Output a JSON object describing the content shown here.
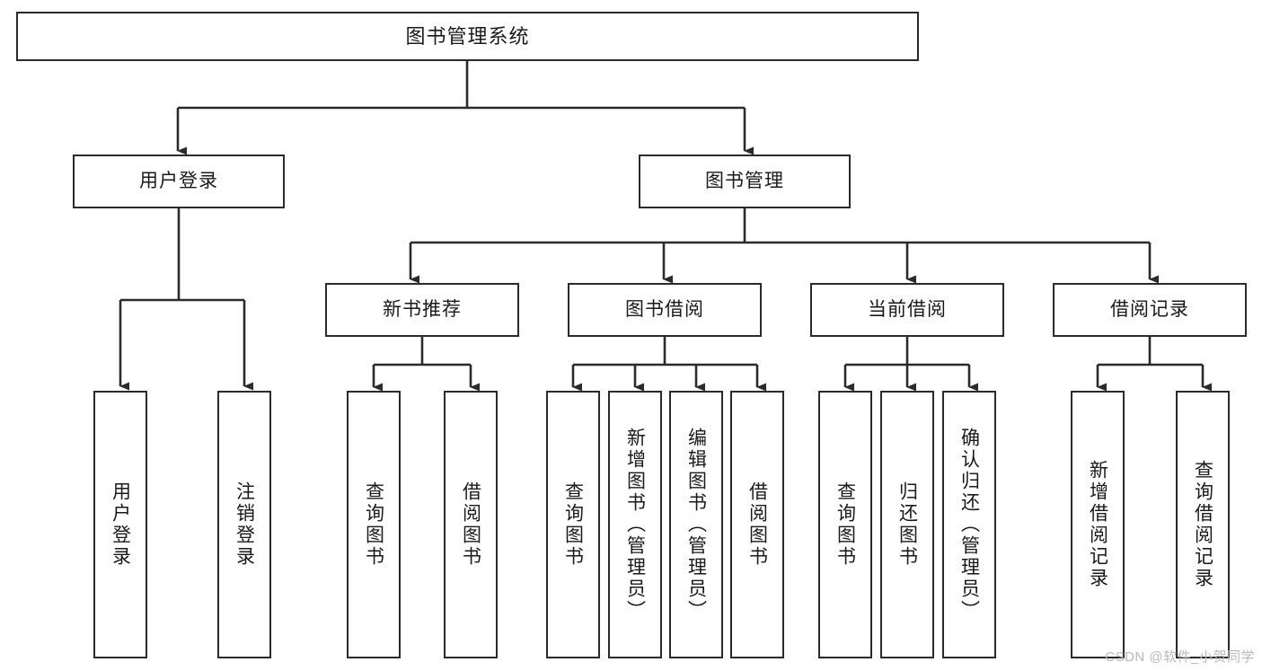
{
  "diagram": {
    "title": "图书管理系统",
    "watermark": "CSDN @软件_小贺同学",
    "stroke_color": "#2b2b2b",
    "background_color": "#ffffff",
    "text_color": "#1a1a1a",
    "watermark_color": "#b9b9b9"
  },
  "nodes": {
    "root": {
      "label": "图书管理系统"
    },
    "level2": [
      {
        "label": "用户登录"
      },
      {
        "label": "图书管理"
      }
    ],
    "level3": [
      {
        "label": "新书推荐"
      },
      {
        "label": "图书借阅"
      },
      {
        "label": "当前借阅"
      },
      {
        "label": "借阅记录"
      }
    ],
    "leaves": {
      "user_login": [
        {
          "label": "用户登录"
        },
        {
          "label": "注销登录"
        }
      ],
      "new_book": [
        {
          "label": "查询图书"
        },
        {
          "label": "借阅图书"
        }
      ],
      "book_borrow": [
        {
          "label": "查询图书"
        },
        {
          "label": "新增图书（管理员）"
        },
        {
          "label": "编辑图书（管理员）"
        },
        {
          "label": "借阅图书"
        }
      ],
      "current_borrow": [
        {
          "label": "查询图书"
        },
        {
          "label": "归还图书"
        },
        {
          "label": "确认归还（管理员）"
        }
      ],
      "borrow_record": [
        {
          "label": "新增借阅记录"
        },
        {
          "label": "查询借阅记录"
        }
      ]
    }
  },
  "chart_data": {
    "type": "diagram",
    "diagram_kind": "tree",
    "title": "图书管理系统",
    "orientation": "top-down",
    "tree": {
      "name": "图书管理系统",
      "children": [
        {
          "name": "用户登录",
          "children": [
            {
              "name": "用户登录"
            },
            {
              "name": "注销登录"
            }
          ]
        },
        {
          "name": "图书管理",
          "children": [
            {
              "name": "新书推荐",
              "children": [
                {
                  "name": "查询图书"
                },
                {
                  "name": "借阅图书"
                }
              ]
            },
            {
              "name": "图书借阅",
              "children": [
                {
                  "name": "查询图书"
                },
                {
                  "name": "新增图书（管理员）"
                },
                {
                  "name": "编辑图书（管理员）"
                },
                {
                  "name": "借阅图书"
                }
              ]
            },
            {
              "name": "当前借阅",
              "children": [
                {
                  "name": "查询图书"
                },
                {
                  "name": "归还图书"
                },
                {
                  "name": "确认归还（管理员）"
                }
              ]
            },
            {
              "name": "借阅记录",
              "children": [
                {
                  "name": "新增借阅记录"
                },
                {
                  "name": "查询借阅记录"
                }
              ]
            }
          ]
        }
      ]
    }
  }
}
